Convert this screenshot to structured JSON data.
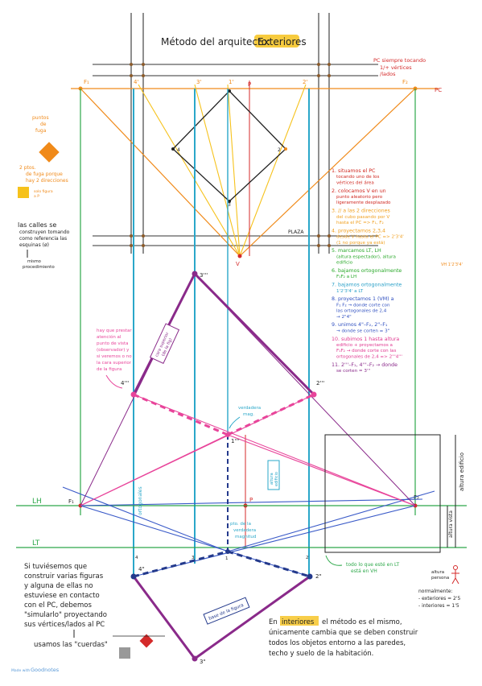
{
  "title": {
    "prefix": "Método del arquitecto:",
    "highlight": "Exteriores"
  },
  "point_labels": {
    "F1": "F₁",
    "F2": "F₂",
    "P": "P",
    "PC": "PC",
    "V": "V",
    "v1": "1",
    "v2": "2",
    "v3": "3",
    "v4": "4",
    "col4": "4'",
    "col3": "3'",
    "col1": "1'",
    "col2": "2'",
    "b1": "1",
    "b2": "2",
    "b3": "3",
    "b4": "4",
    "p1": "1\"",
    "p2": "2\"",
    "p3": "3\"",
    "p4": "4\"",
    "t1": "1'''",
    "t2": "2'''",
    "t3": "3'''",
    "t4": "4'''",
    "lh": "LH",
    "lt": "LT",
    "plaza": "PLAZA"
  },
  "notes": {
    "pc_note": [
      "PC siempre tocando",
      "1/+ vértices",
      "/lados"
    ],
    "fuga_note": [
      "puntos",
      "de",
      "fuga"
    ],
    "dos_ptos": [
      "2 ptos.",
      "de fuga porque",
      "hay 2 direcciones"
    ],
    "solo_note": [
      "solo figura",
      "a P"
    ],
    "calles": [
      "las calles se",
      "construyen tomando",
      "como referencia las",
      "esquinas (ø)"
    ],
    "mismo": [
      "mismo",
      "procedimiento"
    ],
    "atencion": [
      "hay que prestar",
      "atención al",
      "punto de vista",
      "(observador) y",
      "si veremos o no",
      "la cara superior",
      "de la figura"
    ],
    "cara_superior": [
      "cara superior",
      "(de la fig)"
    ],
    "vm_note": [
      "verdadera",
      "mag."
    ],
    "altura_vert": [
      "altura",
      "edificio"
    ],
    "pto_verdadera": [
      "pto. de la",
      "verdadera",
      "magnitud"
    ],
    "ortogonales": "ortogonales",
    "base": "base de la figura",
    "todo_lo_que": [
      "todo lo que esté en LT",
      "está en VH"
    ],
    "altura_edificio": "altura edificio",
    "altura_vista": "altura vista",
    "persona": [
      "altura",
      "persona"
    ],
    "normalmente": [
      "normalmente:",
      "- exteriores = 2'5",
      "- interiores = 1'5"
    ],
    "si_tuviesemos": [
      "Si tuviésemos que",
      "construir varias figuras",
      "y alguna de ellas no",
      "estuviese en contacto",
      "con el PC, debemos",
      "\"simularlo\" proyectando",
      "sus vértices/lados al PC"
    ],
    "usamos": "usamos las \"cuerdas\"",
    "interiores": {
      "prefix": "En",
      "highlight": "interiores",
      "line1": "el método es el mismo,",
      "line2": "únicamente cambia que se deben construir",
      "line3": "todos los objetos entorno a las paredes,",
      "line4": "techo y suelo de la habitación."
    },
    "v_note": "VH 1'2'3'4'",
    "goodnotes": {
      "prefix": "Made with",
      "brand": "Goodnotes"
    }
  },
  "steps": [
    {
      "color": "#d02820",
      "lines": [
        "1. situamos el PC",
        "tocando uno de los",
        "vértices del área"
      ]
    },
    {
      "color": "#d02820",
      "lines": [
        "2. colocamos V en un",
        "punto aleatorio pero",
        "ligeramente desplazado"
      ]
    },
    {
      "color": "#f0a020",
      "lines": [
        "3. // a las 2 direcciones",
        "del cubo pasando por V",
        "hasta el PC => F₁, F₂"
      ]
    },
    {
      "color": "#f0a020",
      "lines": [
        "4. proyectamos 2,3,4",
        "desde V hasta el PC => 2'3'4'",
        "(1 no porque ya está)"
      ]
    },
    {
      "color": "#28a828",
      "lines": [
        "5. marcamos LT, LH",
        "(altura espectador), altura",
        "edificio"
      ]
    },
    {
      "color": "#28a828",
      "lines": [
        "6. bajamos ortogonalmente",
        "F₁F₂ a LH"
      ]
    },
    {
      "color": "#2aa0c8",
      "lines": [
        "7. bajamos ortogonalmente",
        "1'2'3'4' a LT"
      ]
    },
    {
      "color": "#3050c0",
      "lines": [
        "8. proyectamos 1 (VM) a",
        "F₁ F₂ → donde corte con",
        "las ortogonales de 2,4",
        "→ 2\"4\""
      ]
    },
    {
      "color": "#3050c0",
      "lines": [
        "9. unimos 4\"–F₂, 2\"–F₁",
        "→ donde se corten = 3\""
      ]
    },
    {
      "color": "#e03890",
      "lines": [
        "10. subimos 1 hasta altura",
        "edificio + proyectamos a",
        "F₁F₂ → donde corte con las",
        "ortogonales de 2,4 => 2'''4'''"
      ]
    },
    {
      "color": "#8a2a8a",
      "lines": [
        "11. 2'''–F₁, 4'''–F₂ → donde",
        "se corten = 3'''"
      ]
    }
  ],
  "colors": {
    "orange": "#f08a1a",
    "green": "#2da84a",
    "cyan": "#2aa7c9",
    "magenta": "#e8449a",
    "purple": "#8a2a8a",
    "navy": "#243a8c",
    "red": "#d42a2a",
    "yellow": "#f6c21c"
  }
}
